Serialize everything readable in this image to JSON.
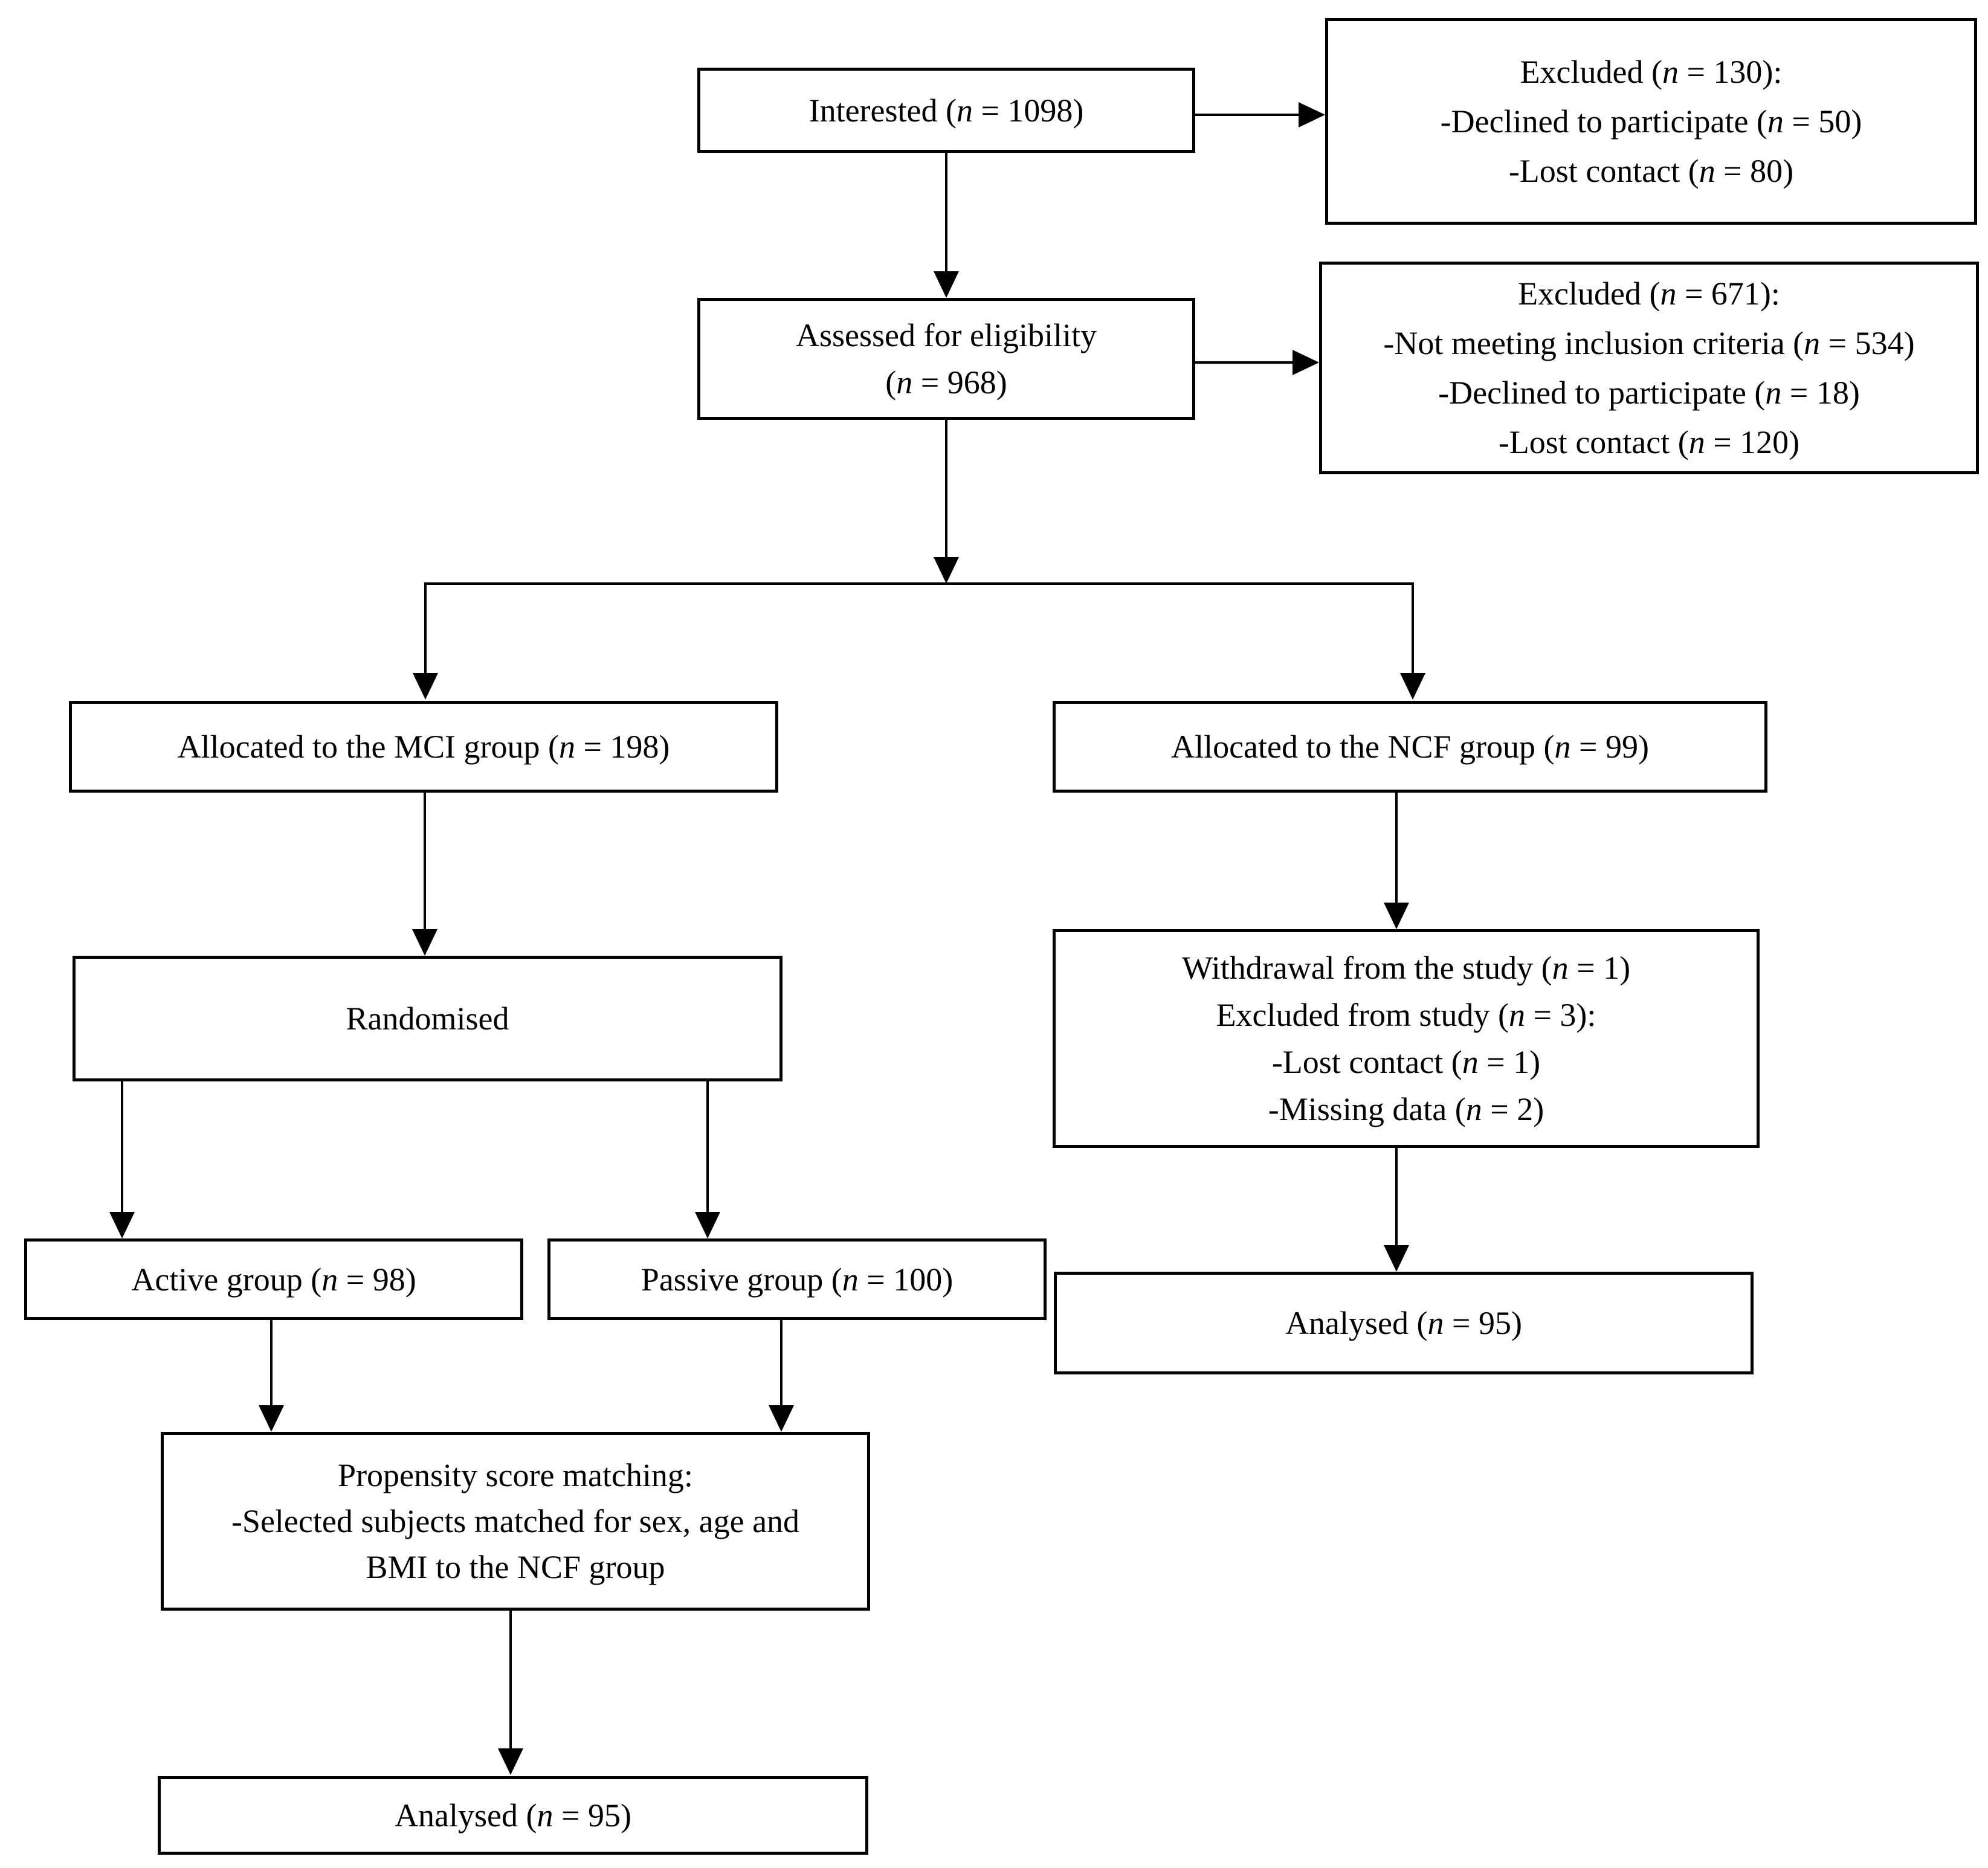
{
  "boxes": {
    "interested": {
      "lines": [
        "Interested (n = 1098)"
      ]
    },
    "excluded_initial": {
      "lines": [
        "Excluded (n = 130):",
        "-Declined to participate (n = 50)",
        "-Lost contact (n = 80)"
      ]
    },
    "assessed": {
      "lines": [
        "Assessed for eligibility",
        "(n = 968)"
      ]
    },
    "excluded_eligibility": {
      "lines": [
        "Excluded (n = 671):",
        "-Not meeting inclusion criteria (n = 534)",
        "-Declined to participate (n = 18)",
        "-Lost contact (n = 120)"
      ]
    },
    "mci": {
      "lines": [
        "Allocated to the MCI group (n = 198)"
      ]
    },
    "ncf": {
      "lines": [
        "Allocated to the NCF group (n = 99)"
      ]
    },
    "withdrawal": {
      "lines": [
        "Withdrawal from the study (n = 1)",
        "Excluded from study (n = 3):",
        "-Lost contact (n = 1)",
        "-Missing data (n = 2)"
      ]
    },
    "randomised": {
      "lines": [
        "Randomised"
      ]
    },
    "active": {
      "lines": [
        "Active group (n = 98)"
      ]
    },
    "passive": {
      "lines": [
        "Passive group (n = 100)"
      ]
    },
    "analysed_ncf": {
      "lines": [
        "Analysed (n = 95)"
      ]
    },
    "propensity": {
      "lines": [
        "Propensity score matching:",
        "-Selected subjects matched for sex, age and",
        "BMI to the NCF group"
      ]
    },
    "analysed_mci": {
      "lines": [
        "Analysed (n = 95)"
      ]
    }
  },
  "colors": {
    "line": "#000000",
    "background": "#ffffff",
    "text": "#000000"
  }
}
